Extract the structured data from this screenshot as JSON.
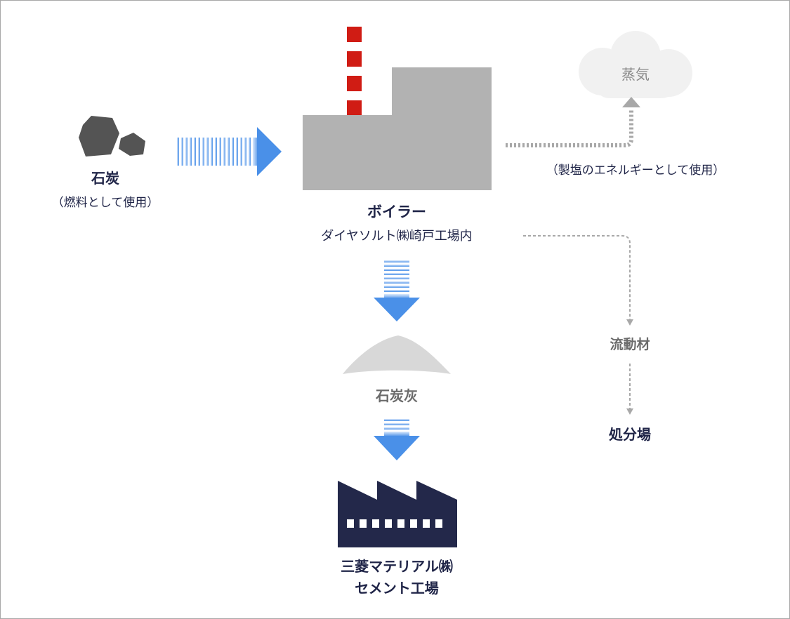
{
  "coal": {
    "title": "石炭",
    "note": "（燃料として使用）"
  },
  "boiler": {
    "title": "ボイラー",
    "location": "ダイヤソルト㈱崎戸工場内"
  },
  "steam": {
    "title": "蒸気",
    "note": "（製塩のエネルギーとして使用）"
  },
  "ash": {
    "title": "石炭灰"
  },
  "fluid_material": {
    "title": "流動材"
  },
  "disposal": {
    "title": "処分場"
  },
  "cement": {
    "line1": "三菱マテリアル㈱",
    "line2": "セメント工場"
  },
  "colors": {
    "arrow_blue": "#4a90e8",
    "boiler_gray": "#b2b2b2",
    "chimney_red": "#d01c14",
    "coal_dark": "#545454",
    "factory_navy": "#23284a",
    "ash_gray": "#d8d8d8",
    "cloud": "#f1f1f1",
    "dotted_gray": "#a8a8a8"
  },
  "icons": [
    "coal-icon",
    "boiler-icon",
    "chimney-icon",
    "cloud-icon",
    "ash-pile-icon",
    "factory-icon"
  ]
}
